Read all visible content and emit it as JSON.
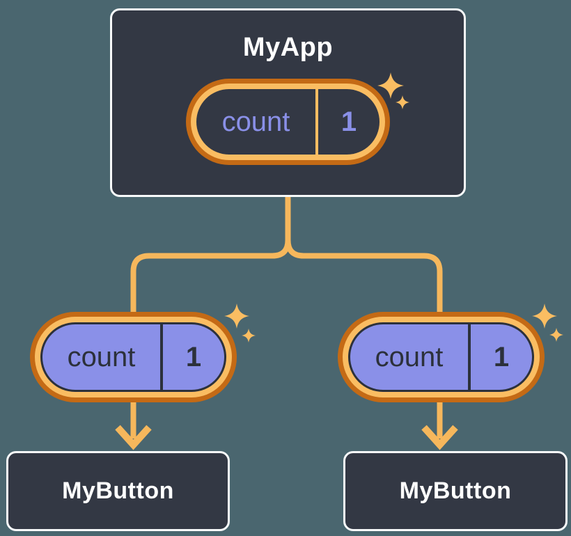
{
  "canvas": {
    "background": "#4A666F"
  },
  "palette": {
    "node_fill": "#333844",
    "node_border": "#F8FAFB",
    "node_text": "#FFFFFF",
    "pill_purple": "#8A90E8",
    "pill_dark": "#2C313B",
    "ring_light_orange": "#FABD62",
    "ring_dark_orange": "#C46A15",
    "connector_orange": "#F6B75C"
  },
  "diagram": {
    "root": {
      "label": "MyApp",
      "state_pill": {
        "key": "count",
        "value": "1"
      }
    },
    "children": [
      {
        "label": "MyButton",
        "prop_pill": {
          "key": "count",
          "value": "1"
        }
      },
      {
        "label": "MyButton",
        "prop_pill": {
          "key": "count",
          "value": "1"
        }
      }
    ]
  }
}
